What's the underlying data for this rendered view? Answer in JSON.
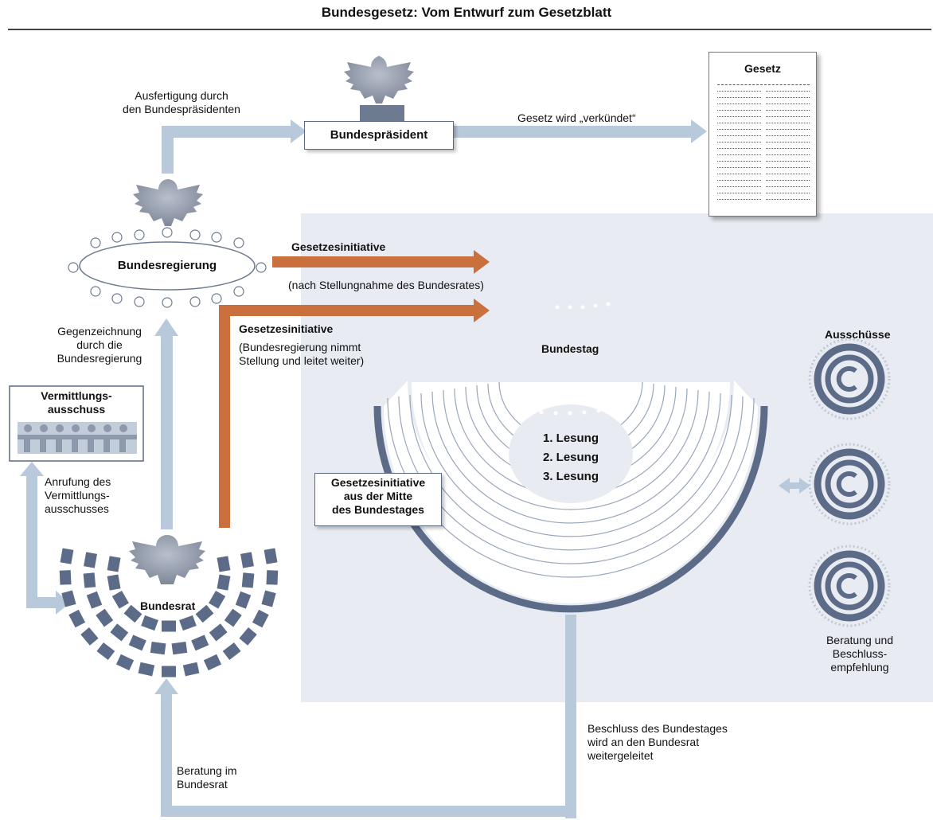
{
  "title": "Bundesgesetz: Vom Entwurf zum Gesetzblatt",
  "nodes": {
    "bundespraesident": "Bundespräsident",
    "gesetz": "Gesetz",
    "bundesregierung": "Bundesregierung",
    "bundestag": "Bundestag",
    "bundesrat": "Bundesrat",
    "ausschuesse": "Ausschüsse",
    "vermittlungsausschuss": "Vermittlungs-\nausschuss",
    "initiative_mitte": "Gesetzesinitiative\naus der Mitte\ndes Bundestages"
  },
  "lesungen": [
    "1. Lesung",
    "2. Lesung",
    "3. Lesung"
  ],
  "edges": {
    "ausfertigung": "Ausfertigung durch\nden Bundespräsidenten",
    "verkuendet": "Gesetz wird „verkündet“",
    "initiative_1_title": "Gesetzesinitiative",
    "initiative_1_note": "(nach Stellungnahme des Bundesrates)",
    "initiative_2_title": "Gesetzesinitiative",
    "initiative_2_note": "(Bundesregierung nimmt\nStellung und leitet weiter)",
    "gegenzeichnung": "Gegenzeichnung\ndurch die\nBundesregierung",
    "anrufung": "Anrufung des\nVermittlungs-\nausschusses",
    "beratung_ausschuesse": "Beratung und\nBeschluss-\nempfehlung",
    "beschluss": "Beschluss des Bundestages\nwird an den Bundesrat\nweitergeleitet",
    "beratung_bundesrat": "Beratung im\nBundesrat"
  },
  "colors": {
    "flow": "#b9c9dc",
    "initiative": "#c9703d",
    "chamber": "#5c6c88",
    "panel": "#e8ecf2",
    "eagle": "#9aa3b2"
  }
}
